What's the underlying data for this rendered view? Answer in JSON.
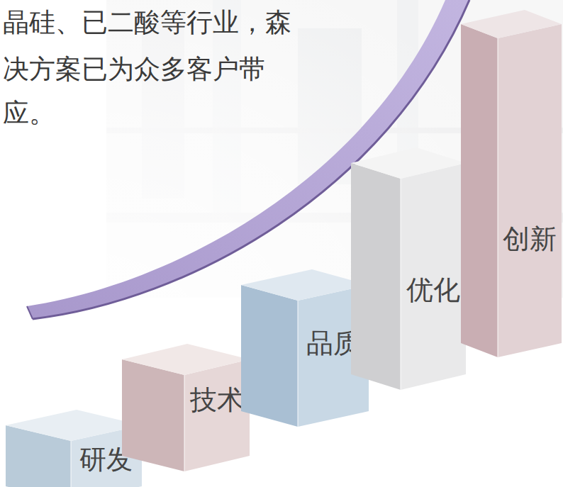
{
  "diagram": {
    "nodes": [
      {
        "text": [
          "研发"
        ]
      },
      {
        "text": [
          "技术"
        ]
      },
      {
        "text": [
          "品质"
        ]
      },
      {
        "text": [
          "优化"
        ]
      },
      {
        "text": [
          "创新"
        ]
      }
    ],
    "labels": [
      "晶硅、已二酸等行业，森",
      "决方案已为众多客户带",
      "应。"
    ]
  }
}
